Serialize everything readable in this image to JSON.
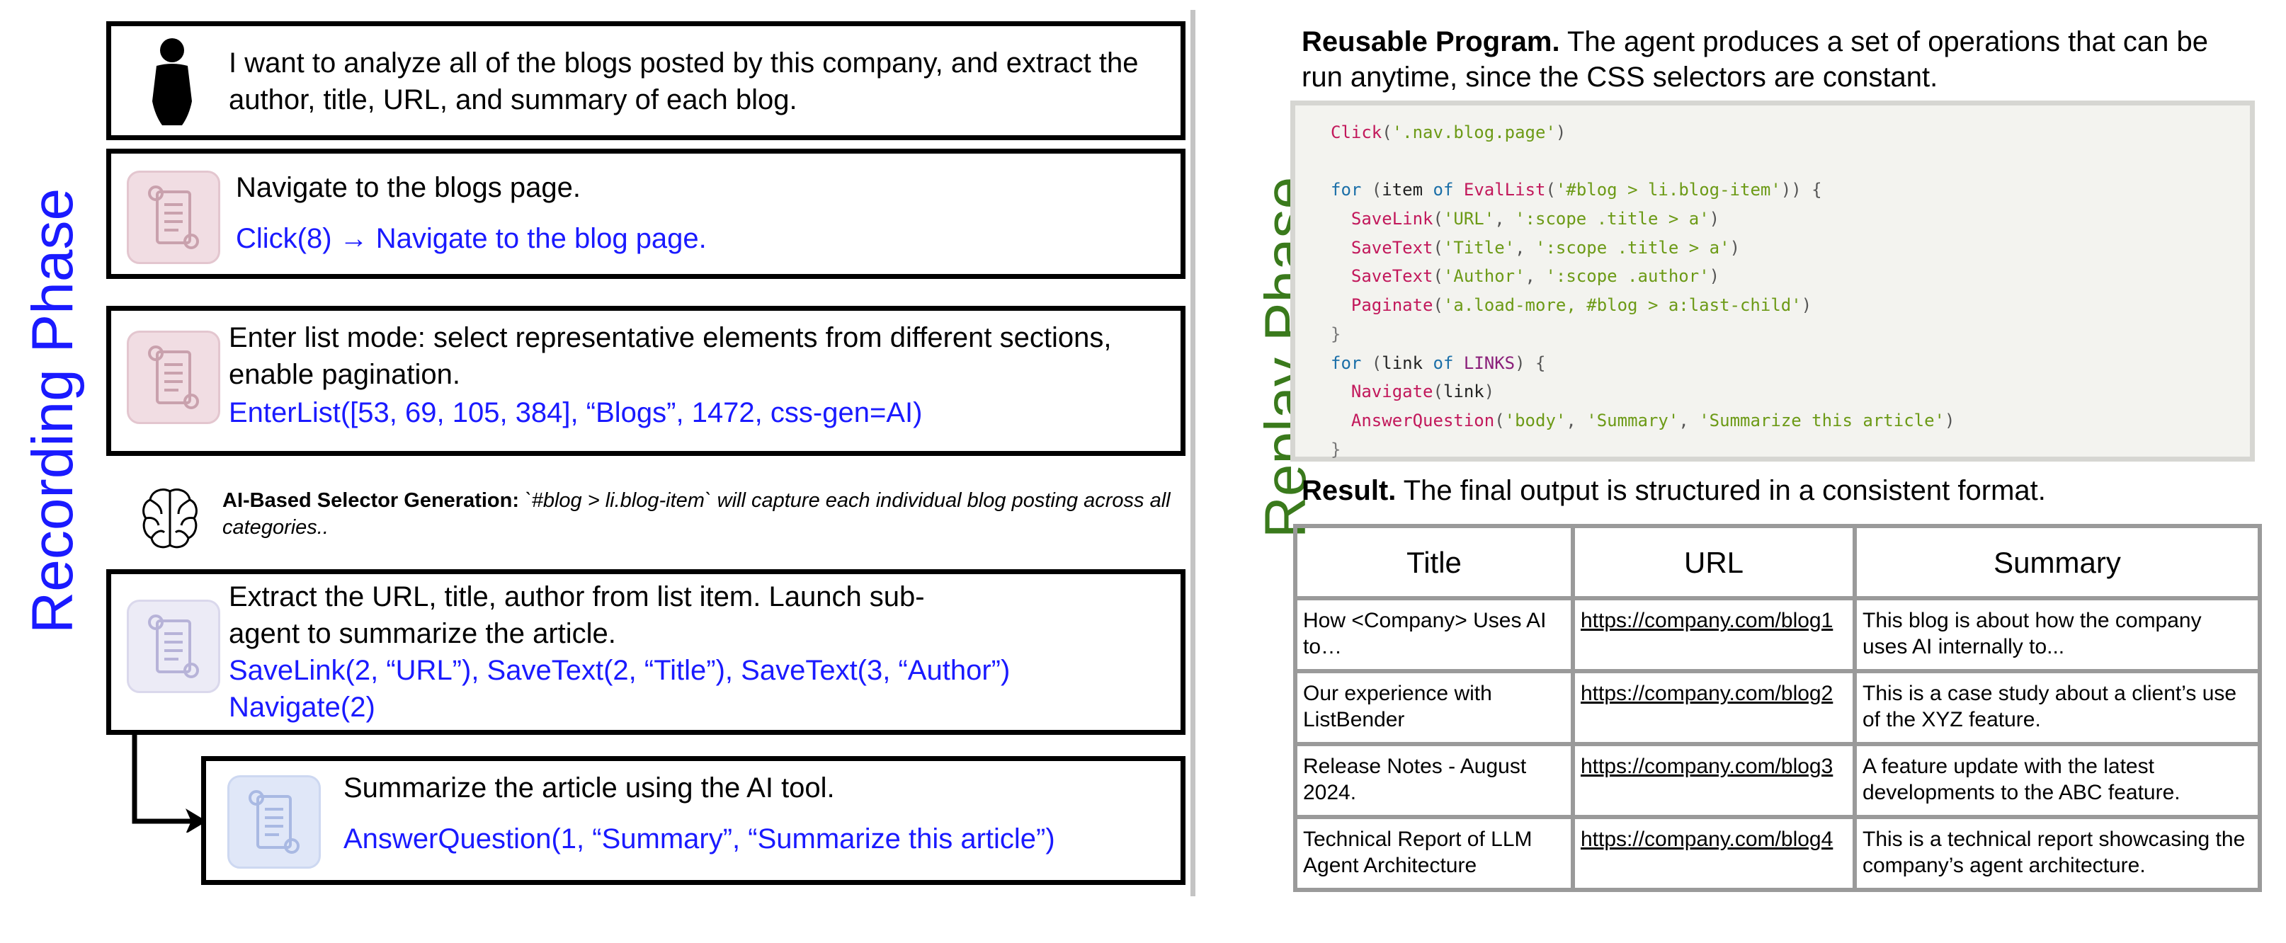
{
  "recording_phase_label": "Recording Phase",
  "replay_phase_label": "Replay Phase",
  "user_request": "I want to analyze all of the blogs posted by this company, and extract the author, title, URL, and summary of each blog.",
  "steps": [
    {
      "description": "Navigate to the blogs page.",
      "action": "Click(8) → Navigate to the blog page."
    },
    {
      "description": "Enter list mode: select representative elements from different sections, enable pagination.",
      "action": "EnterList([53, 69, 105, 384], “Blogs”, 1472, css-gen=AI)"
    },
    {
      "description": "Extract the URL, title, author from list item. Launch sub-agent to summarize the article.",
      "action": "SaveLink(2, “URL”), SaveText(2, “Title”), SaveText(3, “Author”) Navigate(2)"
    },
    {
      "description": "Summarize the article using the AI tool.",
      "action": "AnswerQuestion(1, “Summary”, “Summarize this article”)"
    }
  ],
  "ai_selector_note": {
    "heading": "AI-Based Selector Generation:",
    "body": "`#blog > li.blog-item` will capture each individual blog posting across all categories.."
  },
  "reusable_program": {
    "heading": "Reusable Program.",
    "text": " The agent produces a set of operations that can be run anytime, since the CSS selectors are constant."
  },
  "code": {
    "l1": {
      "fn": "Click",
      "a": "'.nav.blog.page'"
    },
    "l3": {
      "kw1": "for",
      "var": "item",
      "kw2": "of",
      "fn": "EvalList",
      "a": "'#blog > li.blog-item'"
    },
    "l4": {
      "fn": "SaveLink",
      "a": "'URL'",
      "b": "':scope .title > a'"
    },
    "l5": {
      "fn": "SaveText",
      "a": "'Title'",
      "b": "':scope .title > a'"
    },
    "l6": {
      "fn": "SaveText",
      "a": "'Author'",
      "b": "':scope .author'"
    },
    "l7": {
      "fn": "Paginate",
      "a": "'a.load-more, #blog > a:last-child'"
    },
    "l9": {
      "kw1": "for",
      "var": "link",
      "kw2": "of",
      "const": "LINKS"
    },
    "l10": {
      "fn": "Navigate",
      "var": "link"
    },
    "l11": {
      "fn": "AnswerQuestion",
      "a": "'body'",
      "b": "'Summary'",
      "c": "'Summarize this article'"
    }
  },
  "result": {
    "heading": "Result.",
    "text": " The final output is structured in a consistent format.",
    "columns": [
      "Title",
      "URL",
      "Summary"
    ],
    "rows": [
      [
        "How <Company> Uses AI to…",
        "https://company.com/blog1",
        "This blog is about how the company uses AI internally to..."
      ],
      [
        "Our experience with ListBender",
        "https://company.com/blog2",
        "This is a case study about a client’s use of the XYZ feature."
      ],
      [
        "Release Notes - August 2024.",
        "https://company.com/blog3",
        "A feature update with the latest developments to the ABC feature."
      ],
      [
        "Technical Report of LLM Agent Architecture",
        "https://company.com/blog4",
        "This is a technical report showcasing the company’s agent architecture."
      ]
    ]
  },
  "colors": {
    "recording": "#1a1aff",
    "replay": "#3a7a1c",
    "divider": "#c4c4c4"
  }
}
